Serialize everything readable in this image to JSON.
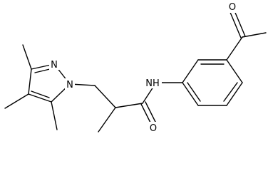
{
  "atom_labels": {
    "n_ring_1": "N",
    "n_ring_2": "N",
    "nh": "NH",
    "o_amide": "O",
    "o_ketone": "O"
  },
  "colors": {
    "bond": "#000000",
    "background": "#ffffff"
  }
}
